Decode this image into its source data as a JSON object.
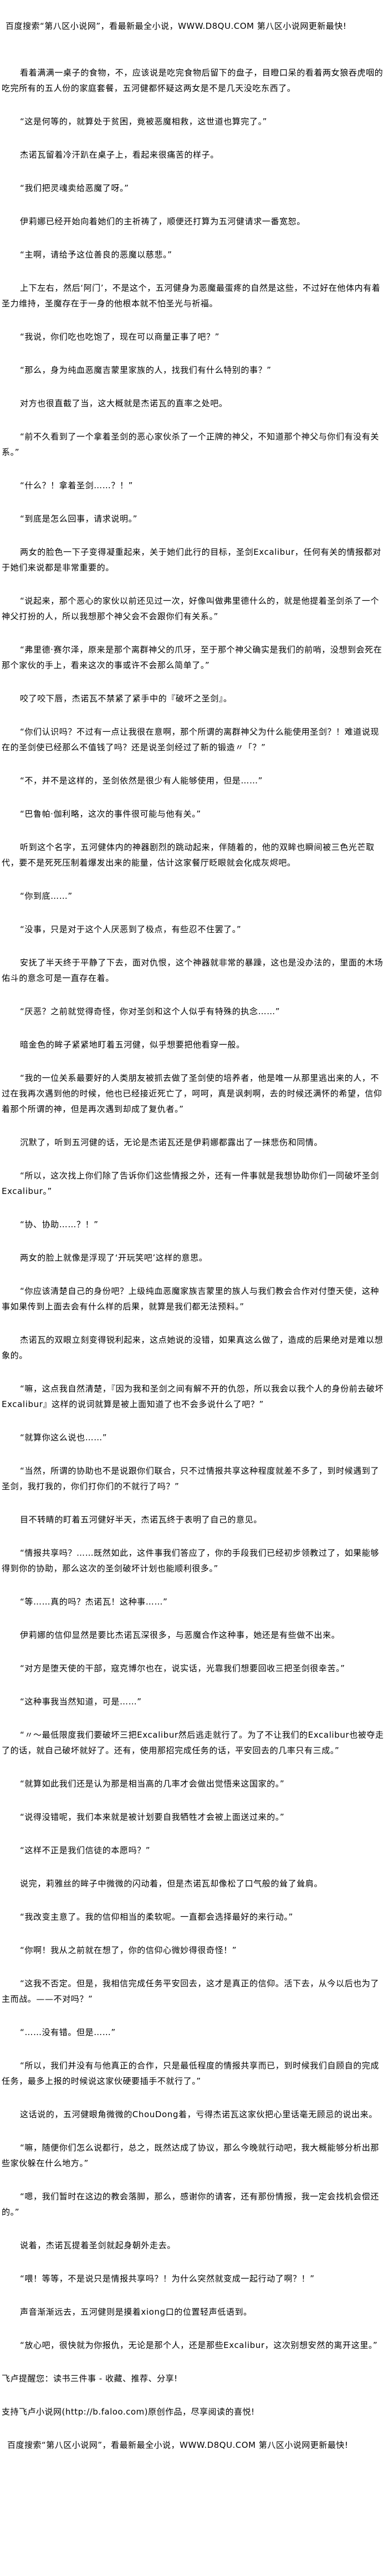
{
  "banner": "百度搜索“第八区小说网”，看最新最全小说，WWW.D8QU.COM   第八区小说网更新最快!",
  "paragraphs": [
    "看着满满一桌子的食物，不，应该说是吃完食物后留下的盘子，目瞪口呆的看着两女狼吞虎咽的吃完所有的五人份的家庭套餐，五河健都怀疑这两女是不是几天没吃东西了。",
    "“这是何等的，就算处于贫困，竟被恶魔相救，这世道也算完了。”",
    "杰诺瓦留着冷汗趴在桌子上，看起来很痛苦的样子。",
    "“我们把灵魂卖给恶魔了呀。”",
    "伊莉娜已经开始向着她们的主祈祷了，顺便还打算为五河健请求一番宽恕。",
    "“主啊，请给予这位善良的恶魔以慈悲。”",
    "上下左右，然后‘阿门’，不是这个，五河健身为恶魔最蛋疼的自然是这些，不过好在他体内有着圣力维持，圣魔存在于一身的他根本就不怕圣光与祈福。",
    "“我说，你们吃也吃饱了，现在可以商量正事了吧？”",
    "“那么，身为纯血恶魔吉蒙里家族的人，找我们有什么特别的事？”",
    "对方也很直截了当，这大概就是杰诺瓦的直率之处吧。",
    "“前不久看到了一个拿着圣剑的恶心家伙杀了一个正牌的神父，不知道那个神父与你们有没有关系。”",
    "“什么？！拿着圣剑……？！”",
    "“到底是怎么回事，请求说明。”",
    "两女的脸色一下子变得凝重起来，关于她们此行的目标，圣剑Excalibur，任何有关的情报都对于她们来说都是非常重要的。",
    "“说起来，那个恶心的家伙以前还见过一次，好像叫做弗里德什么的，就是他提着圣剑杀了一个神父打扮的人，所以我想那个神父会不会跟你们有关系。”",
    "“弗里德·赛尔泽，原来是那个离群神父的爪牙，至于那个神父确实是我们的前哨，没想到会死在那个家伙的手上，看来这次的事或许不会那么简单了。”",
    "咬了咬下唇，杰诺瓦不禁紧了紧手中的『破坏之圣剑』。",
    "“你们认识吗？不过有一点让我很在意啊，那个所谓的离群神父为什么能使用圣剑？！难道说现在的圣剑使已经那么不值钱了吗？还是说圣剑经过了新的锻造〃「？”",
    "“不，并不是这样的，圣剑依然是很少有人能够使用，但是……”",
    "“巴鲁帕·伽利略，这次的事件很可能与他有关。”",
    "听到这个名字，五河健体内的神器剧烈的跳动起来，伴随着的，他的双眸也瞬间被三色光芒取代，要不是死死压制着爆发出来的能量，估计这家餐厅眨眼就会化成灰烬吧。",
    "“你到底……”",
    "“没事，只是对于这个人厌恶到了极点，有些忍不住罢了。”",
    "安抚了半天终于平静了下去，面对仇恨，这个神器就非常的暴躁，这也是没办法的，里面的木场佑斗的意念可是一直存在着。",
    "“厌恶？之前就觉得奇怪，你对圣剑和这个人似乎有特殊的执念……”",
    "暗金色的眸子紧紧地盯着五河健，似乎想要把他看穿一般。",
    "“我的一位关系最要好的人类朋友被抓去做了圣剑使的培养者，他是唯一从那里逃出来的人，不过在我再次遇到他的时候，他也已经接近死亡了，呵呵，真是讽刺啊，去的时候还满怀的希望，信仰着那个所谓的神，但是再次遇到却成了复仇者。”",
    "沉默了，听到五河健的话，无论是杰诺瓦还是伊莉娜都露出了一抹悲伤和同情。",
    "“所以，这次找上你们除了告诉你们这些情报之外，还有一件事就是我想协助你们一同破坏圣剑Excalibur。”",
    "“协、协助……？！”",
    "两女的脸上就像是浮现了‘开玩笑吧’这样的意思。",
    "“你应该清楚自己的身份吧？上级纯血恶魔家族吉蒙里的族人与我们教会合作对付堕天使，这种事如果传到上面去会有什么样的后果，就算是我们都无法预料。”",
    "杰诺瓦的双眼立刻变得锐利起来，这点她说的没错，如果真这么做了，造成的后果绝对是难以想象的。",
    "“嘛，这点我自然清楚，『因为我和圣剑之间有解不开的仇怨，所以我会以我个人的身份前去破坏Excalibur』这样的说词就算是被上面知道了也不会多说什么了吧？”",
    "“就算你这么说也……”",
    "“当然，所谓的协助也不是说跟你们联合，只不过情报共享这种程度就差不多了，到时候遇到了圣剑，我打我的，你们打你们的不就行了吗？”",
    "目不转睛的盯着五河健好半天，杰诺瓦终于表明了自己的意见。",
    "“情报共享吗？……既然如此，这件事我们答应了，你的手段我们已经初步领教过了，如果能够得到你的协助，那么这次的圣剑破坏计划也能顺利很多。”",
    "“等……真的吗？杰诺瓦！这种事……”",
    "伊莉娜的信仰显然是要比杰诺瓦深很多，与恶魔合作这种事，她还是有些做不出来。",
    "“对方是堕天使的干部，寇克博尔也在，说实话，光靠我们想要回收三把圣剑很幸苦。”",
    "“这种事我当然知道，可是……”",
    "“〃～最低限度我们要破坏三把Excalibur然后逃走就行了。为了不让我们的Excalibur也被夺走了的话，就自己破坏就好了。还有，使用那招完成任务的话，平安回去的几率只有三成。”",
    "“就算如此我们还是认为那是相当高的几率才会做出觉悟来这国家的。”",
    "“说得没错呢，我们本来就是被计划要自我牺牲才会被上面送过来的。”",
    "“这样不正是我们信徒的本愿吗？”",
    "说完，莉雅丝的眸子中微微的闪动着，但是杰诺瓦却像松了口气般的耸了耸肩。",
    "“我改变主意了。我的信仰相当的柔软呢。一直都会选择最好的来行动。”",
    "“你啊！我从之前就在想了，你的信仰心微妙得很奇怪！”",
    "“这我不否定。但是，我相信完成任务平安回去，这才是真正的信仰。活下去，从今以后也为了主而战。——不对吗？”",
    "“……没有错。但是……”",
    "“所以，我们并没有与他真正的合作，只是最低程度的情报共享而已，到时候我们自顾自的完成任务，最多上报的时候说这家伙硬要插手不就行了。”",
    "这话说的，五河健眼角微微的ChouDong着，亏得杰诺瓦这家伙把心里话毫无顾忌的说出来。",
    "“嘛，随便你们怎么说都行，总之，既然达成了协议，那么今晚就行动吧，我大概能够分析出那些家伙躲在什么地方。”",
    "“嗯，我们暂时在这边的教会落脚，那么，感谢你的请客，还有那份情报，我一定会找机会偿还的。”",
    "说着，杰诺瓦提着圣剑就起身朝外走去。",
    "“喂！等等，不是说只是情报共享吗？！为什么突然就变成一起行动了啊？！”",
    "声音渐渐远去，五河健则是摸着xiong口的位置轻声低语到。",
    "“放心吧，很快就为你报仇，无论是那个人，还是那些Excalibur，这次别想安然的离开这里。”"
  ],
  "footer": {
    "reminder": "飞卢提醒您：读书三件事 - 收藏、推荐、分享!",
    "support": "支持飞卢小说网(http://b.faloo.com)原创作品，尽享阅读的喜悦!",
    "banner": "百度搜索“第八区小说网”，看最新最全小说，WWW.D8QU.COM   第八区小说网更新最快!"
  }
}
